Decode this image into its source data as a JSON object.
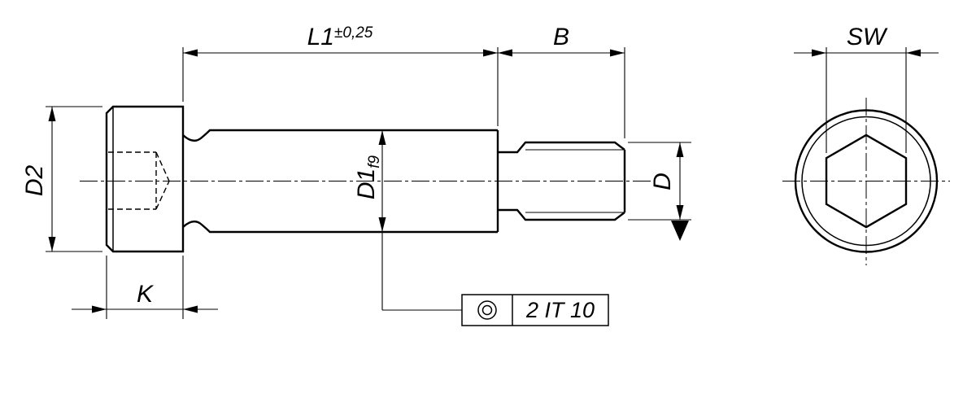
{
  "colors": {
    "background": "#ffffff",
    "line": "#000000"
  },
  "dimensions": {
    "l1": {
      "label": "L1",
      "tolerance": "±0,25"
    },
    "b": {
      "label": "B"
    },
    "sw": {
      "label": "SW"
    },
    "d2": {
      "label": "D2"
    },
    "d1": {
      "label": "D1",
      "fit": "f9"
    },
    "d": {
      "label": "D"
    },
    "k": {
      "label": "K"
    }
  },
  "tolerance_frame": {
    "symbol_icon": "concentricity-icon",
    "value": "2 IT 10"
  }
}
